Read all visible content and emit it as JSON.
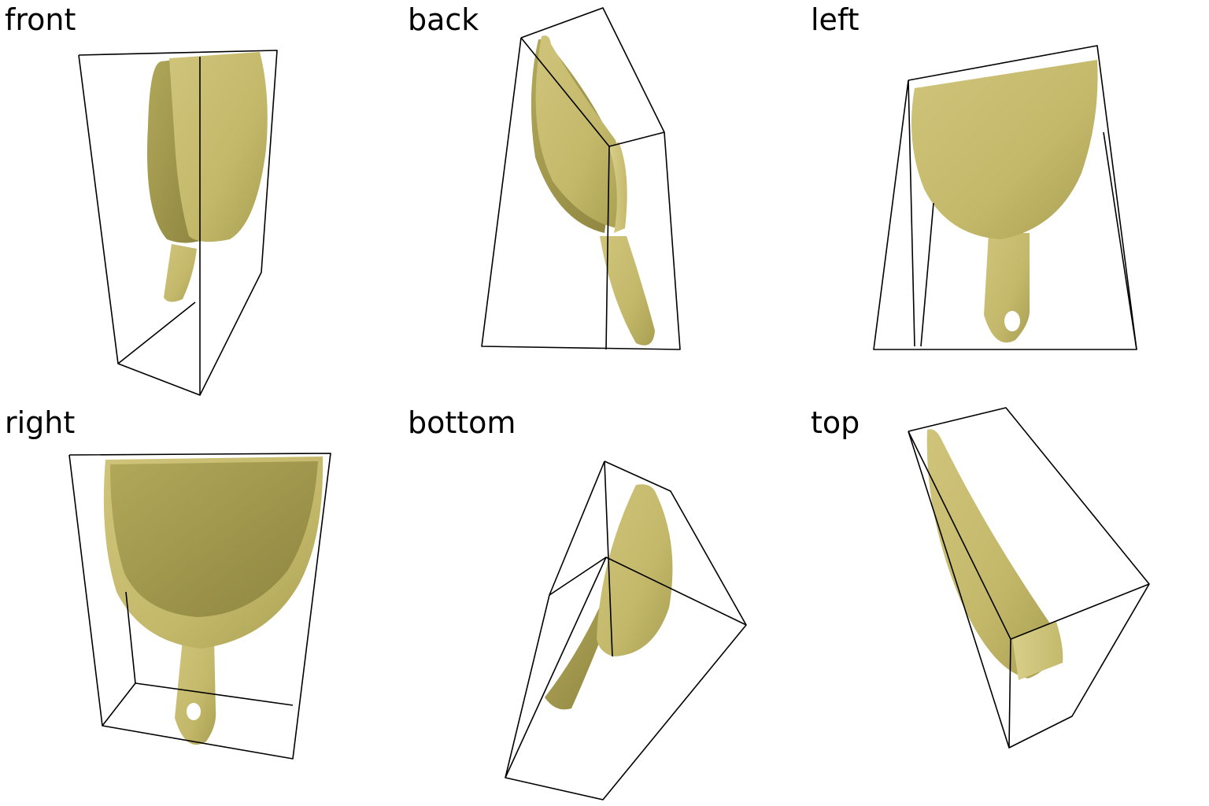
{
  "views": [
    {
      "id": "front",
      "label": "front"
    },
    {
      "id": "back",
      "label": "back"
    },
    {
      "id": "left",
      "label": "left"
    },
    {
      "id": "right",
      "label": "right"
    },
    {
      "id": "bottom",
      "label": "bottom"
    },
    {
      "id": "top",
      "label": "top"
    }
  ],
  "colors": {
    "object": "#c8bd6e",
    "object_shadow": "#a89f52",
    "box_stroke": "#000000",
    "background": "#ffffff"
  }
}
